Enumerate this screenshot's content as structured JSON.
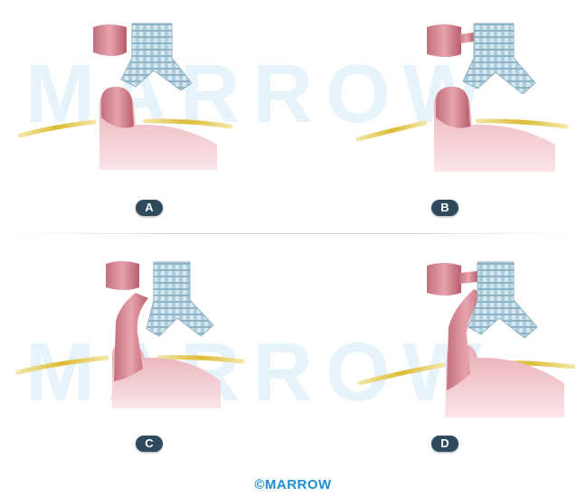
{
  "watermark": {
    "text": "MARROW"
  },
  "panels": [
    {
      "id": "A",
      "label": "A"
    },
    {
      "id": "B",
      "label": "B"
    },
    {
      "id": "C",
      "label": "C"
    },
    {
      "id": "D",
      "label": "D"
    }
  ],
  "footer": {
    "copyright": "©MARROW"
  },
  "colors": {
    "esophagus": "#d98a95",
    "esophagus_dark": "#b65a6a",
    "stomach": "#f3c8ce",
    "trachea": "#c9e0ea",
    "trachea_ring": "#8fb7c8",
    "diaphragm": "#e5c84a",
    "badge": "#2f4a5c",
    "brand": "#1d8fcf"
  }
}
